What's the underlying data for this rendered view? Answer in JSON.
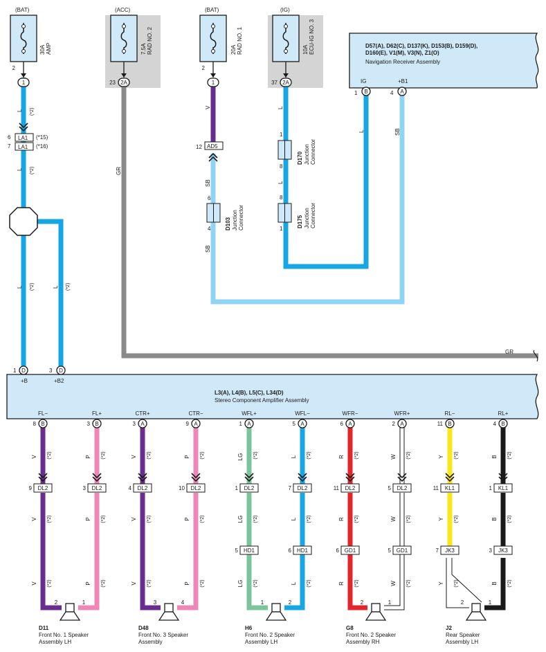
{
  "colors": {
    "L": "#15a6e3",
    "SB": "#8fd3f5",
    "V": "#6a2c8f",
    "P": "#ee86b8",
    "LG": "#7cc59a",
    "R": "#e3262b",
    "W": "#ffffff",
    "Y": "#f8e71c",
    "B": "#1a1a1a",
    "GR": "#8a8a8a",
    "panel": "#cfe9f8",
    "shade": "#d4d4d4"
  },
  "fuses": [
    {
      "id": "fuse-30a-amp",
      "source": "(BAT)",
      "line1": "30A",
      "line2": "AMP",
      "pin": "2",
      "conn": "1",
      "shaded": false
    },
    {
      "id": "fuse-7-5a-rad-no-2",
      "source": "(ACC)",
      "line1": "7.5A",
      "line2": "RAD NO. 2",
      "pin": "23",
      "conn": "2A",
      "shaded": true
    },
    {
      "id": "fuse-20a-rad-no-1",
      "source": "(BAT)",
      "line1": "20A",
      "line2": "RAD NO. 1",
      "pin": "2",
      "conn": "1",
      "shaded": false
    },
    {
      "id": "fuse-10a-ecu-ig-no-3",
      "source": "(IG)",
      "line1": "10A",
      "line2": "ECU-IG NO. 3",
      "pin": "37",
      "conn": "2A",
      "shaded": true
    }
  ],
  "nav_receiver": {
    "codes_line1": "D57(A), D62(C), D137(K), D153(B), D159(D),",
    "codes_line2": "D160(E), V1(M), V3(N), Z1(O)",
    "name": "Navigation Receiver Assembly",
    "pins": [
      {
        "pin": "1",
        "conn": "B",
        "label": "IG"
      },
      {
        "pin": "4",
        "conn": "A",
        "label": "+B1"
      }
    ]
  },
  "amplifier": {
    "codes": "L3(A), L4(B), L5(C), L34(D)",
    "name": "Stereo Component Amplifier Assembly",
    "top_pins": [
      {
        "pin": "1",
        "conn": "D",
        "label": "+B"
      },
      {
        "pin": "3",
        "conn": "D",
        "label": "+B2"
      }
    ],
    "bottom_pins": [
      {
        "pin": "8",
        "conn": "B",
        "label": "FL−",
        "wire": "V"
      },
      {
        "pin": "3",
        "conn": "B",
        "label": "FL+",
        "wire": "P"
      },
      {
        "pin": "3",
        "conn": "A",
        "label": "CTR+",
        "wire": "V"
      },
      {
        "pin": "9",
        "conn": "A",
        "label": "CTR−",
        "wire": "P"
      },
      {
        "pin": "1",
        "conn": "A",
        "label": "WFL+",
        "wire": "LG"
      },
      {
        "pin": "5",
        "conn": "A",
        "label": "WFL−",
        "wire": "L"
      },
      {
        "pin": "6",
        "conn": "A",
        "label": "WFR−",
        "wire": "R"
      },
      {
        "pin": "2",
        "conn": "A",
        "label": "WFR+",
        "wire": "W"
      },
      {
        "pin": "11",
        "conn": "B",
        "label": "RL−",
        "wire": "Y"
      },
      {
        "pin": "4",
        "conn": "B",
        "label": "RL+",
        "wire": "B"
      }
    ]
  },
  "mid_connectors": [
    {
      "pin": "9",
      "name": "DL2"
    },
    {
      "pin": "3",
      "name": "DL2"
    },
    {
      "pin": "4",
      "name": "DL2"
    },
    {
      "pin": "10",
      "name": "DL2"
    },
    {
      "pin": "1",
      "name": "DL2"
    },
    {
      "pin": "7",
      "name": "DL2"
    },
    {
      "pin": "11",
      "name": "DL2"
    },
    {
      "pin": "5",
      "name": "DL2"
    },
    {
      "pin": "11",
      "name": "KL1"
    },
    {
      "pin": "1",
      "name": "KL1"
    }
  ],
  "low_connectors": [
    {
      "col": 4,
      "pin": "5",
      "name": "HD1"
    },
    {
      "col": 5,
      "pin": "6",
      "name": "HD1"
    },
    {
      "col": 6,
      "pin": "6",
      "name": "GD1"
    },
    {
      "col": 7,
      "pin": "5",
      "name": "GD1"
    },
    {
      "col": 8,
      "pin": "7",
      "name": "JK3"
    },
    {
      "col": 9,
      "pin": "3",
      "name": "JK3"
    }
  ],
  "speakers": [
    {
      "code": "D11",
      "line1": "Front No. 1 Speaker",
      "line2": "Assembly LH",
      "left_pin": "2",
      "right_pin": "1"
    },
    {
      "code": "D48",
      "line1": "Front No. 3 Speaker",
      "line2": "Assembly",
      "left_pin": "3",
      "right_pin": "4"
    },
    {
      "code": "H6",
      "line1": "Front No. 2 Speaker",
      "line2": "Assembly LH",
      "left_pin": "1",
      "right_pin": "2"
    },
    {
      "code": "G8",
      "line1": "Front No. 2 Speaker",
      "line2": "Assembly RH",
      "left_pin": "2",
      "right_pin": "1"
    },
    {
      "code": "J2",
      "line1": "Rear Speaker",
      "line2": "Assembly LH",
      "left_pin": "2",
      "right_pin": "1"
    }
  ],
  "left_wiring": {
    "wire_color_top": "L",
    "note": "(*2)",
    "la1_pin_a": "6",
    "la1_a": "LA1",
    "la1_note_a": "(*15)",
    "la1_pin_b": "7",
    "la1_b": "LA1",
    "la1_note_b": "(*16)",
    "wire_color_left": "L",
    "wire_color_right": "L"
  },
  "rad1_wiring": {
    "wire_top": "V",
    "ad5_pin": "12",
    "ad5": "AD5",
    "wire_mid": "SB",
    "junction_code": "D103",
    "junction_name_1": "Junction",
    "junction_name_2": "Connector",
    "pin_top": "6",
    "pin_bot": "4",
    "wire_bot": "SB"
  },
  "ig_wiring": {
    "wire_1": "L",
    "d170_code": "D170",
    "d175_code": "D175",
    "junction_name_1": "Junction",
    "junction_name_2": "Connector",
    "d170_pin_top": "1",
    "d170_pin_bot": "8",
    "d175_pin_top": "8",
    "d175_pin_bot": "1",
    "wire_2": "L",
    "wire_3": "L"
  },
  "nav_wiring": {
    "ig_wire": "L",
    "b1_wire": "SB"
  },
  "gr_wiring": {
    "wire": "GR",
    "wire_right": "GR"
  }
}
